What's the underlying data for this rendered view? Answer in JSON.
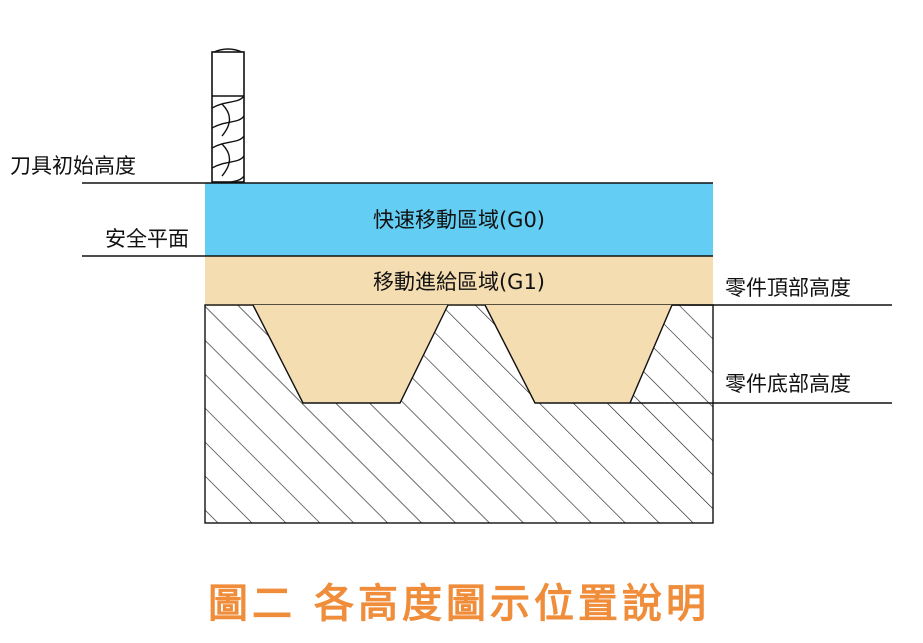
{
  "labels": {
    "tool_initial_height": "刀具初始高度",
    "safety_plane": "安全平面",
    "part_top_height": "零件頂部高度",
    "part_bottom_height": "零件底部高度"
  },
  "zones": {
    "rapid": "快速移動區域(G0)",
    "feed": "移動進給區域(G1)"
  },
  "caption": "圖二  各高度圖示位置說明",
  "colors": {
    "rapid_zone": "#63CDF3",
    "feed_zone": "#F5DDB2",
    "caption": "#EF8D3A",
    "outline": "#111111"
  }
}
